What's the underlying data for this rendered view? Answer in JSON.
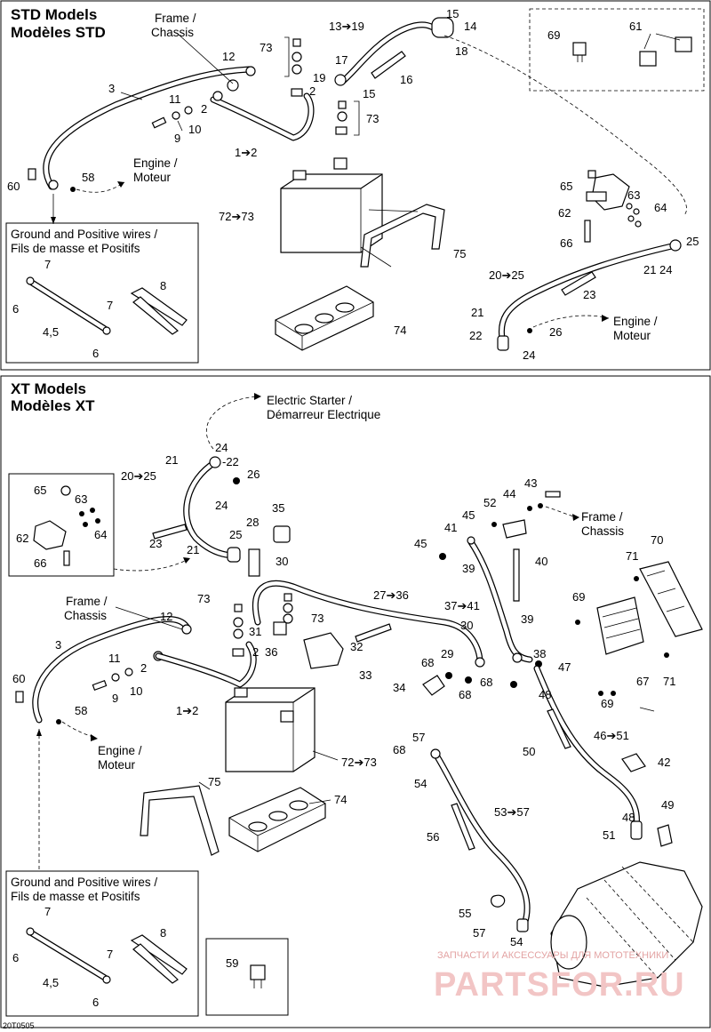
{
  "std": {
    "title_en": "STD Models",
    "title_fr": "Modèles STD",
    "ground_wires_en": "Ground and Positive wires /",
    "ground_wires_fr": "Fils de masse et Positifs",
    "frame_en": "Frame /",
    "frame_fr": "Chassis",
    "engine_en": "Engine /",
    "engine_fr": "Moteur",
    "engine2_en": "Engine /",
    "engine2_fr": "Moteur",
    "callouts": {
      "c1": "1➔2",
      "c2a": "2",
      "c2b": "2",
      "c3": "3",
      "c4": "4,5",
      "c6a": "6",
      "c6b": "6",
      "c7a": "7",
      "c7b": "7",
      "c8": "8",
      "c9": "9",
      "c10": "10",
      "c11": "11",
      "c12": "12",
      "c13": "13➔19",
      "c14": "14",
      "c15a": "15",
      "c15b": "15",
      "c16": "16",
      "c17": "17",
      "c18": "18",
      "c19": "19",
      "c20": "20➔25",
      "c21a": "21",
      "c21b": "21",
      "c22": "22",
      "c23": "23",
      "c24a": "24",
      "c24b": "24",
      "c25": "25",
      "c26": "26",
      "c58": "58",
      "c60": "60",
      "c61": "61",
      "c62": "62",
      "c63": "63",
      "c64": "64",
      "c65": "65",
      "c66": "66",
      "c69": "69",
      "c72": "72➔73",
      "c73a": "73",
      "c73b": "73",
      "c74": "74",
      "c75": "75"
    }
  },
  "xt": {
    "title_en": "XT Models",
    "title_fr": "Modèles XT",
    "starter_en": "Electric Starter /",
    "starter_fr": "Démarreur Electrique",
    "frame_en": "Frame /",
    "frame_fr": "Chassis",
    "frame2_en": "Frame /",
    "frame2_fr": "Chassis",
    "engine_en": "Engine /",
    "engine_fr": "Moteur",
    "ground_wires_en": "Ground and Positive wires /",
    "ground_wires_fr": "Fils de masse et Positifs",
    "callouts": {
      "c1": "1➔2",
      "c2a": "2",
      "c2b": "2",
      "c3": "3",
      "c4": "4,5",
      "c6a": "6",
      "c6b": "6",
      "c7a": "7",
      "c7b": "7",
      "c8": "8",
      "c9": "9",
      "c10": "10",
      "c11": "11",
      "c12": "12",
      "c20": "20➔25",
      "c21a": "21",
      "c21b": "21",
      "c22": "-22",
      "c23": "23",
      "c24a": "24",
      "c24b": "24",
      "c25": "25",
      "c26": "26",
      "c27": "27➔36",
      "c28": "28",
      "c29": "29",
      "c30a": "30",
      "c30b": "30",
      "c31": "31",
      "c32": "32",
      "c33": "33",
      "c34": "34",
      "c35": "35",
      "c36": "36",
      "c37": "37➔41",
      "c38": "38",
      "c39a": "39",
      "c39b": "39",
      "c40": "40",
      "c41": "41",
      "c42": "42",
      "c43": "43",
      "c44": "44",
      "c45a": "45",
      "c45b": "45",
      "c46": "46➔51",
      "c47": "47",
      "c48a": "48",
      "c48b": "48",
      "c49": "49",
      "c50": "50",
      "c51": "51",
      "c52": "52",
      "c53": "53➔57",
      "c54a": "54",
      "c54b": "54",
      "c55": "55",
      "c56": "56",
      "c57a": "57",
      "c57b": "57",
      "c58": "58",
      "c59": "59",
      "c60": "60",
      "c62": "62",
      "c63": "63",
      "c64": "64",
      "c65": "65",
      "c66": "66",
      "c67": "67",
      "c68a": "68",
      "c68b": "68",
      "c68c": "68",
      "c69a": "69",
      "c69b": "69",
      "c70": "70",
      "c71a": "71",
      "c71b": "71",
      "c72": "72➔73",
      "c73a": "73",
      "c73b": "73",
      "c74": "74",
      "c75": "75"
    }
  },
  "footer": {
    "code": "20T0505",
    "watermark_small": "ЗАПЧАСТИ И АКСЕССУАРЫ ДЛЯ МОТОТЕХНИКИ",
    "watermark_big": "PARTSFOR.RU"
  }
}
